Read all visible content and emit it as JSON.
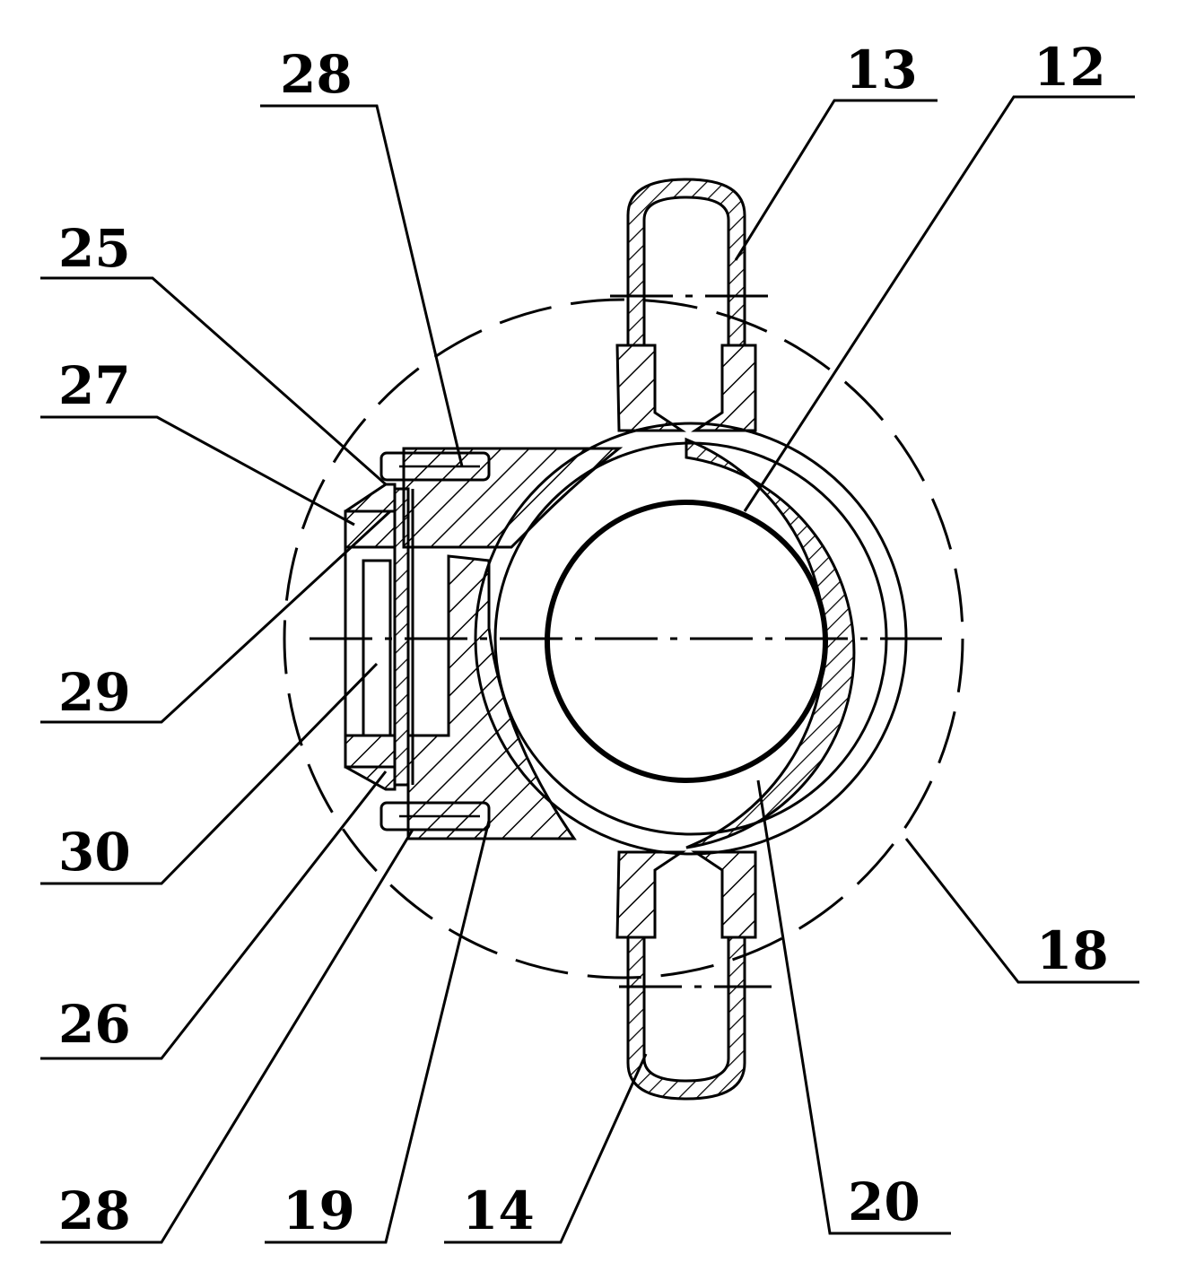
{
  "labels": {
    "l28_top": "28",
    "l13": "13",
    "l12": "12",
    "l25": "25",
    "l27": "27",
    "l29": "29",
    "l30": "30",
    "l26": "26",
    "l28_bottom": "28",
    "l19": "19",
    "l14": "14",
    "l20": "20",
    "l18": "18"
  }
}
